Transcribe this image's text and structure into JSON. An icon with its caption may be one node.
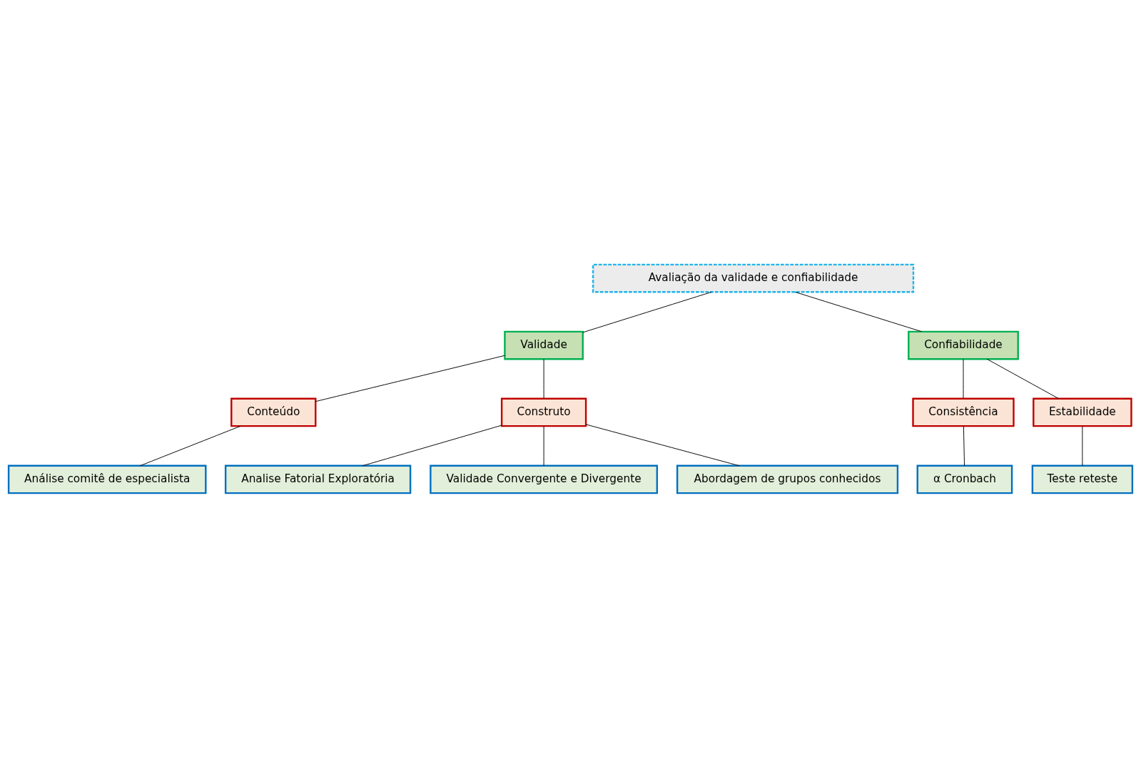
{
  "diagram": {
    "nodes": [
      {
        "text": [
          "Avaliação da validade e confiabilidade"
        ]
      },
      {
        "text": [
          "Validade"
        ]
      },
      {
        "text": [
          "Confiabilidade"
        ]
      },
      {
        "text": [
          "Conteúdo"
        ]
      },
      {
        "text": [
          "Construto"
        ]
      },
      {
        "text": [
          "Consistência"
        ]
      },
      {
        "text": [
          "Estabilidade"
        ]
      },
      {
        "text": [
          "Análise comitê de especialista"
        ]
      },
      {
        "text": [
          "Analise Fatorial Exploratória"
        ]
      },
      {
        "text": [
          "Validade Convergente e Divergente"
        ]
      },
      {
        "text": [
          "Abordagem de grupos conhecidos"
        ]
      },
      {
        "text": [
          "α Cronbach"
        ]
      },
      {
        "text": [
          "Teste reteste"
        ]
      }
    ],
    "edges": [
      {
        "from": 0,
        "to": 1,
        "arrow": "none"
      },
      {
        "from": 0,
        "to": 2,
        "arrow": "none"
      },
      {
        "from": 1,
        "to": 3,
        "arrow": "none"
      },
      {
        "from": 1,
        "to": 4,
        "arrow": "none"
      },
      {
        "from": 2,
        "to": 5,
        "arrow": "none"
      },
      {
        "from": 2,
        "to": 6,
        "arrow": "none"
      },
      {
        "from": 3,
        "to": 7,
        "arrow": "none"
      },
      {
        "from": 4,
        "to": 8,
        "arrow": "none"
      },
      {
        "from": 4,
        "to": 9,
        "arrow": "none"
      },
      {
        "from": 4,
        "to": 10,
        "arrow": "none"
      },
      {
        "from": 5,
        "to": 11,
        "arrow": "none"
      },
      {
        "from": 6,
        "to": 12,
        "arrow": "none"
      }
    ]
  }
}
